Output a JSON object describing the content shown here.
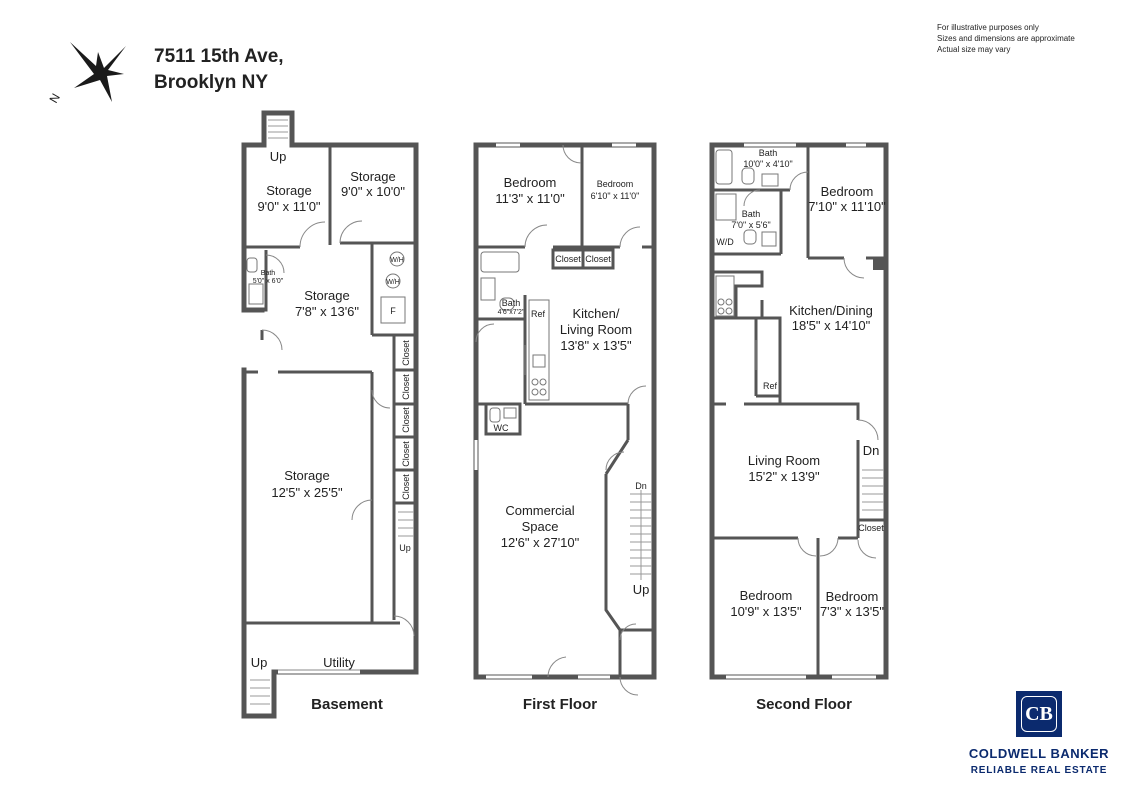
{
  "address": {
    "line1": "7511 15th Ave,",
    "line2": "Brooklyn NY"
  },
  "disclaimer": [
    "For illustrative purposes only",
    "Sizes and dimensions are approximate",
    "Actual size may vary"
  ],
  "compass": {
    "label": "N",
    "icon": "north-arrow-icon"
  },
  "brand": {
    "logo_text": "CB",
    "name": "COLDWELL BANKER",
    "subtitle": "RELIABLE REAL ESTATE",
    "color": "#0b2a6e"
  },
  "colors": {
    "wall": "#555555"
  },
  "floors": {
    "basement": {
      "title": "Basement",
      "rooms": {
        "storage_a": {
          "name": "Storage",
          "dims": "9'0\" x 11'0\""
        },
        "storage_b": {
          "name": "Storage",
          "dims": "9'0\" x 10'0\""
        },
        "storage_c": {
          "name": "Storage",
          "dims": "7'8\" x 13'6\""
        },
        "storage_d": {
          "name": "Storage",
          "dims": "12'5\" x 25'5\""
        },
        "bath": {
          "name": "Bath",
          "dims": "5'0\" x 6'0\""
        },
        "utility": {
          "name": "Utility"
        }
      },
      "fixtures": {
        "wh1": "W/H",
        "wh2": "W/H",
        "f": "F"
      },
      "closets": [
        "Closet",
        "Closet",
        "Closet",
        "Closet",
        "Closet"
      ],
      "stairs": {
        "top": "Up",
        "right": "Up",
        "bottom": "Up"
      }
    },
    "first": {
      "title": "First Floor",
      "rooms": {
        "bedroom_a": {
          "name": "Bedroom",
          "dims": "11'3\" x 11'0\""
        },
        "bedroom_b": {
          "name": "Bedroom",
          "dims": "6'10\" x 11'0\""
        },
        "kitchen": {
          "name1": "Kitchen/",
          "name2": "Living Room",
          "dims": "13'8\" x 13'5\""
        },
        "bath": {
          "name": "Bath",
          "dims": "4'6\"x7'2\""
        },
        "commercial": {
          "name1": "Commercial",
          "name2": "Space",
          "dims": "12'6\" x 27'10\""
        },
        "wc": {
          "name": "WC"
        }
      },
      "closets": [
        "Closet",
        "Closet"
      ],
      "ref": "Ref",
      "stairs": {
        "down": "Dn",
        "up": "Up"
      }
    },
    "second": {
      "title": "Second Floor",
      "rooms": {
        "bath_a": {
          "name": "Bath",
          "dims": "10'0\" x 4'10\""
        },
        "bath_b": {
          "name": "Bath",
          "dims": "7'0\" x 5'6\""
        },
        "bedroom_a": {
          "name": "Bedroom",
          "dims": "7'10\" x 11'10\""
        },
        "kitchen": {
          "name": "Kitchen/Dining",
          "dims": "18'5\" x 14'10\""
        },
        "living": {
          "name": "Living Room",
          "dims": "15'2\" x 13'9\""
        },
        "bedroom_b": {
          "name": "Bedroom",
          "dims": "10'9\" x 13'5\""
        },
        "bedroom_c": {
          "name": "Bedroom",
          "dims": "7'3\" x 13'5\""
        }
      },
      "wd": "W/D",
      "ref": "Ref",
      "closet": "Closet",
      "stairs": {
        "down": "Dn"
      }
    }
  }
}
